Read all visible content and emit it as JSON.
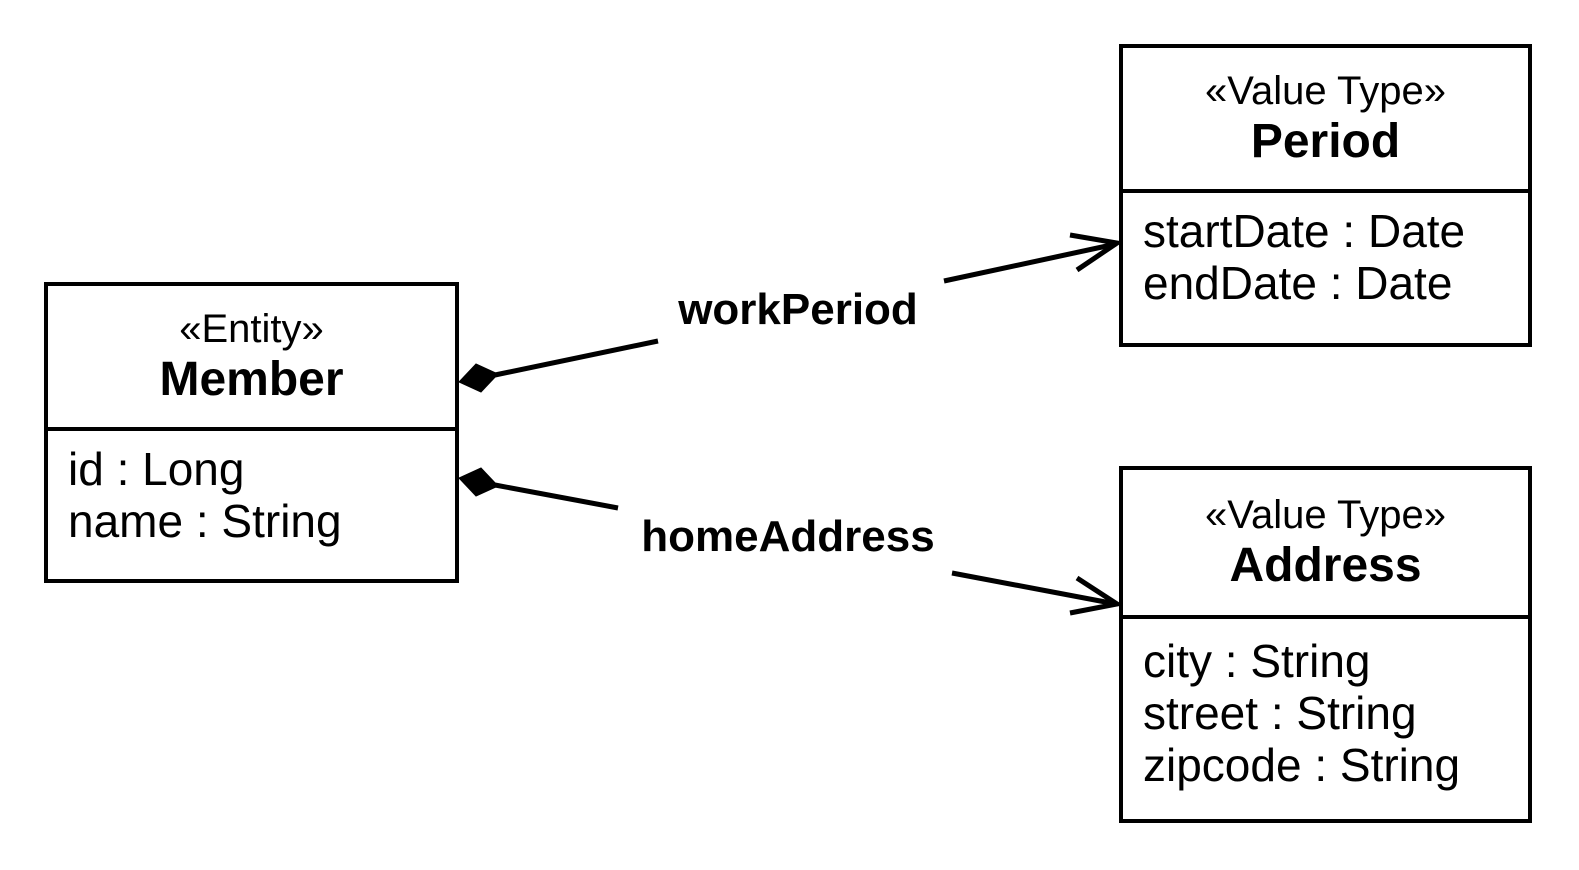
{
  "diagram": {
    "type": "uml-class-diagram",
    "classes": [
      {
        "id": "member",
        "stereotype": "«Entity»",
        "name": "Member",
        "attributes": [
          "id : Long",
          "name : String"
        ]
      },
      {
        "id": "period",
        "stereotype": "«Value Type»",
        "name": "Period",
        "attributes": [
          "startDate : Date",
          "endDate : Date"
        ]
      },
      {
        "id": "address",
        "stereotype": "«Value Type»",
        "name": "Address",
        "attributes": [
          "city : String",
          "street : String",
          "zipcode : String"
        ]
      }
    ],
    "relations": [
      {
        "label": "workPeriod",
        "type": "composition",
        "from": "Member",
        "to": "Period",
        "diamond_end": "Member",
        "arrow_end": "Period"
      },
      {
        "label": "homeAddress",
        "type": "composition",
        "from": "Member",
        "to": "Address",
        "diamond_end": "Member",
        "arrow_end": "Address"
      }
    ],
    "colors": {
      "line": "#000000",
      "text": "#000000",
      "background": "#ffffff"
    }
  }
}
